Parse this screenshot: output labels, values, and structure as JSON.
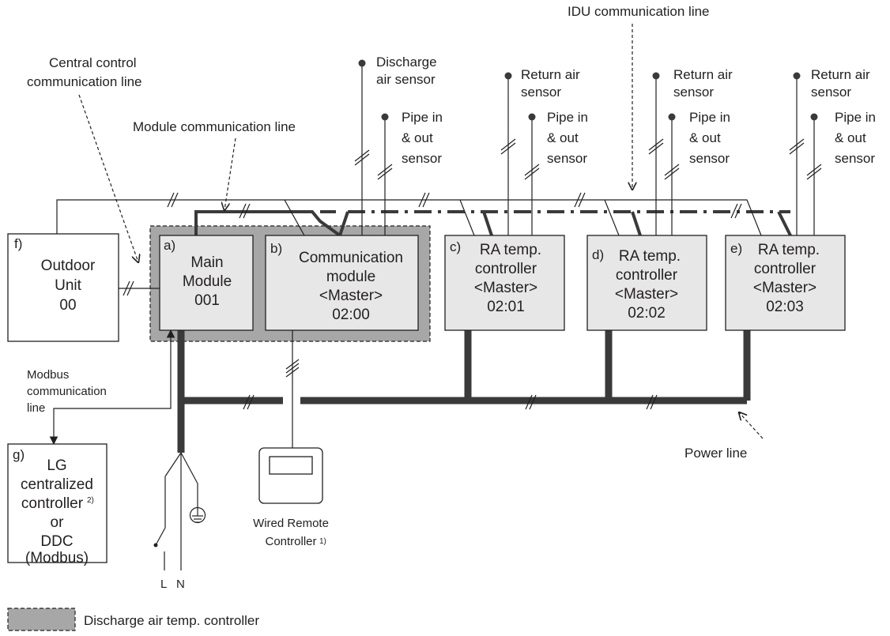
{
  "colors": {
    "module_fill": "#e7e7e7",
    "group_fill": "#a7a7a7",
    "line": "#3a3a3a",
    "text": "#231f20"
  },
  "units": {
    "outdoor": {
      "tag": "f)",
      "lines": [
        "Outdoor",
        "Unit",
        "00"
      ]
    },
    "main_module": {
      "tag": "a)",
      "lines": [
        "Main",
        "Module",
        "001"
      ]
    },
    "comm_module": {
      "tag": "b)",
      "lines": [
        "Communication",
        "module",
        "<Master>",
        "02:00"
      ]
    },
    "ra_c": {
      "tag": "c)",
      "lines": [
        "RA temp.",
        "controller",
        "<Master>",
        "02:01"
      ]
    },
    "ra_d": {
      "tag": "d)",
      "lines": [
        "RA temp.",
        "controller",
        "<Master>",
        "02:02"
      ]
    },
    "ra_e": {
      "tag": "e)",
      "lines": [
        "RA temp.",
        "controller",
        "<Master>",
        "02:03"
      ]
    },
    "lg_controller": {
      "tag": "g)",
      "lines": [
        "LG",
        "centralized",
        "controller",
        "or",
        "DDC",
        "(Modbus)"
      ],
      "superscript": "2)"
    }
  },
  "labels": {
    "idu_comm": "IDU communication line",
    "central_comm": [
      "Central control",
      "communication line"
    ],
    "module_comm": "Module communication line",
    "modbus_comm": [
      "Modbus",
      "communication",
      "line"
    ],
    "power_line": "Power line",
    "wired_remote": [
      "Wired Remote",
      "Controller"
    ],
    "wired_remote_sup": "1)",
    "terminal_l": "L",
    "terminal_n": "N"
  },
  "sensors": {
    "discharge": [
      "Discharge",
      "air sensor"
    ],
    "pipe": [
      "Pipe in",
      "& out",
      "sensor"
    ],
    "return_air": [
      "Return air",
      "sensor"
    ]
  },
  "legend": {
    "text": "Discharge air temp. controller"
  }
}
